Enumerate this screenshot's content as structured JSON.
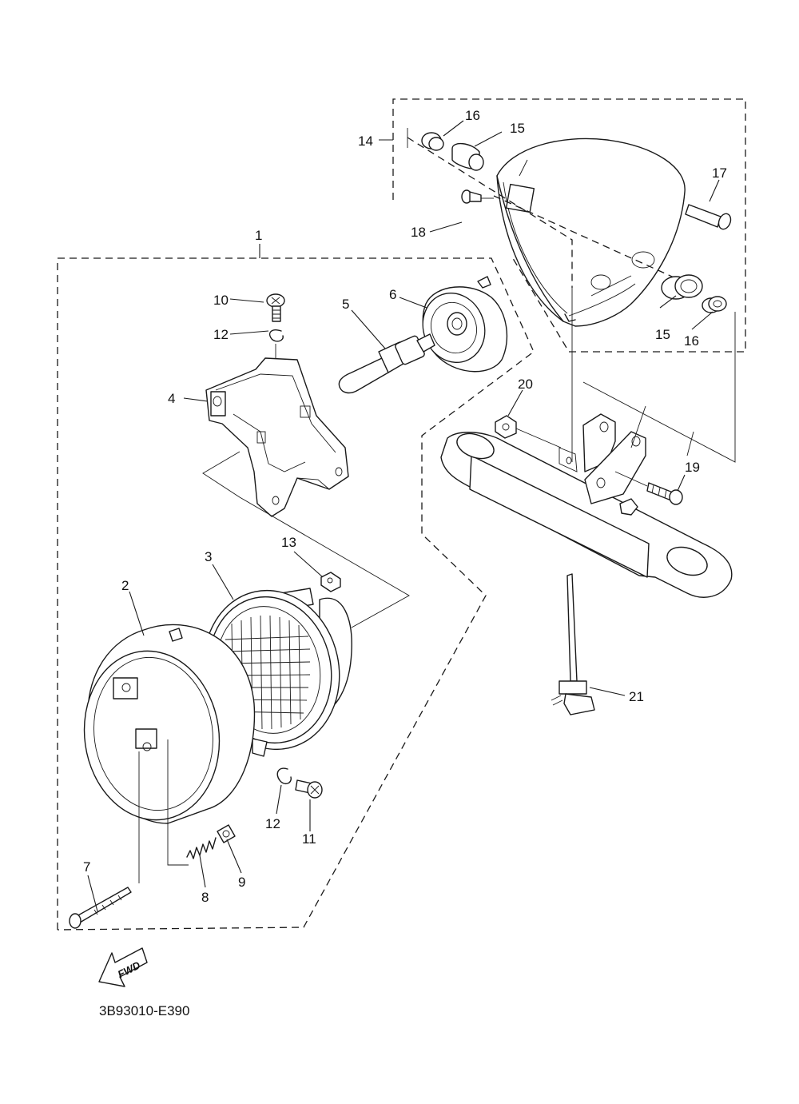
{
  "diagram_code": "3B93010-E390",
  "fwd_arrow_label": "FWD",
  "callouts": {
    "c1": "1",
    "c2": "2",
    "c3": "3",
    "c4": "4",
    "c5": "5",
    "c6": "6",
    "c7": "7",
    "c8": "8",
    "c9": "9",
    "c10": "10",
    "c11": "11",
    "c12a": "12",
    "c12b": "12",
    "c13": "13",
    "c14": "14",
    "c15a": "15",
    "c15b": "15",
    "c16a": "16",
    "c16b": "16",
    "c17": "17",
    "c18": "18",
    "c19": "19",
    "c20": "20",
    "c21": "21"
  },
  "colors": {
    "line": "#1a1a1a",
    "background": "#ffffff"
  }
}
